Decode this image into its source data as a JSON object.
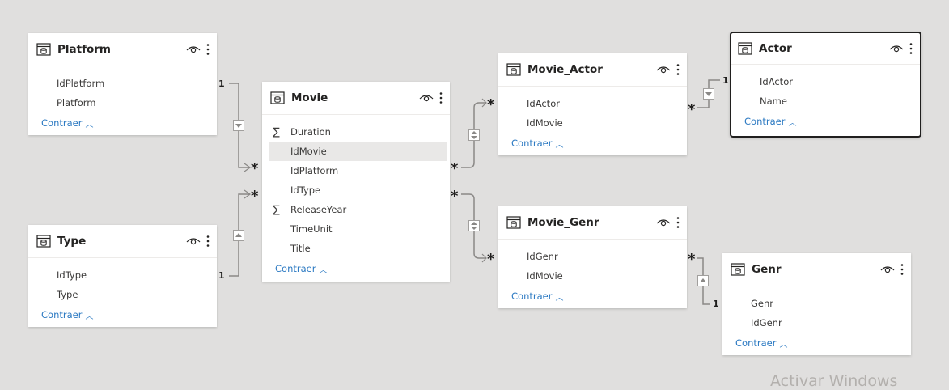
{
  "tables": {
    "platform": {
      "title": "Platform",
      "fields": [
        "IdPlatform",
        "Platform"
      ],
      "collapse": "Contraer"
    },
    "movie": {
      "title": "Movie",
      "fields": [
        "Duration",
        "IdMovie",
        "IdPlatform",
        "IdType",
        "ReleaseYear",
        "TimeUnit",
        "Title"
      ],
      "collapse": "Contraer"
    },
    "movie_actor": {
      "title": "Movie_Actor",
      "fields": [
        "IdActor",
        "IdMovie"
      ],
      "collapse": "Contraer"
    },
    "actor": {
      "title": "Actor",
      "fields": [
        "IdActor",
        "Name"
      ],
      "collapse": "Contraer"
    },
    "type": {
      "title": "Type",
      "fields": [
        "IdType",
        "Type"
      ],
      "collapse": "Contraer"
    },
    "movie_genr": {
      "title": "Movie_Genr",
      "fields": [
        "IdGenr",
        "IdMovie"
      ],
      "collapse": "Contraer"
    },
    "genr": {
      "title": "Genr",
      "fields": [
        "Genr",
        "IdGenr"
      ],
      "collapse": "Contraer"
    }
  },
  "relationships": {
    "one_label": "1",
    "many_label": "*"
  },
  "watermark": "Activar Windows",
  "colors": {
    "canvas": "#e0dfde",
    "link": "#2b79c2",
    "line": "#8a8886"
  }
}
